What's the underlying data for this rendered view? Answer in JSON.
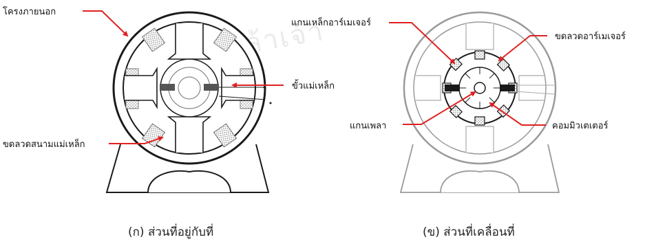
{
  "colors": {
    "arrow": "#e02020",
    "line": "#1a1a1a",
    "light_line": "#9a9a9a",
    "hatch": "#777777"
  },
  "watermark": "มเกล้าเจ้า",
  "left": {
    "labels": {
      "frame": "โครงภายนอก",
      "pole": "ขั้วแม่เหล็ก",
      "field_coil": "ขดลวดสนามแม่เหล็ก"
    },
    "caption": "(ก) ส่วนที่อยู่กับที่"
  },
  "right": {
    "labels": {
      "armature_core": "แกนเหล็กอาร์เมเจอร์",
      "armature_coil": "ขดลวดอาร์เมเจอร์",
      "shaft": "แกนเพลา",
      "commutator": "คอมมิวเตเตอร์"
    },
    "caption": "(ข) ส่วนที่เคลื่อนที่"
  }
}
